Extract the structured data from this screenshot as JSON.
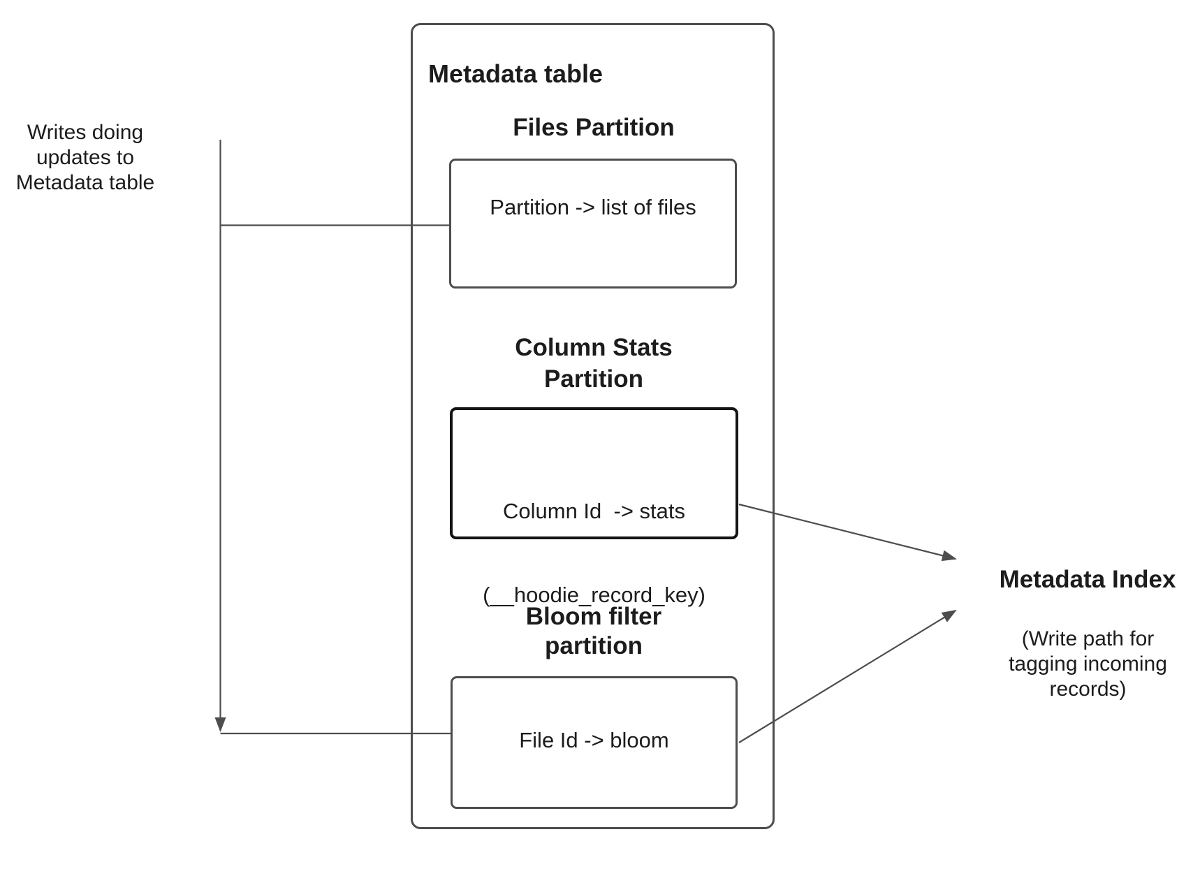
{
  "colors": {
    "background": "#ffffff",
    "connector_line": "#4d4d4d",
    "box_border": "#4d4d4d",
    "highlight_box_border": "#141414",
    "text": "#1c1c1c"
  },
  "left_note": {
    "text": "Writes doing updates to Metadata table"
  },
  "metadata_table": {
    "title": "Metadata table",
    "files_partition": {
      "heading": "Files Partition",
      "mapping": "Partition -> list of files"
    },
    "column_stats_partition": {
      "heading": "Column Stats Partition",
      "mapping": "Column Id  -> stats",
      "mapping_detail": "(__hoodie_record_key)"
    },
    "bloom_filter_partition": {
      "heading": "Bloom filter partition",
      "mapping": "File Id -> bloom"
    }
  },
  "metadata_index": {
    "title": "Metadata Index",
    "subtitle": "(Write path for tagging incoming records)"
  }
}
